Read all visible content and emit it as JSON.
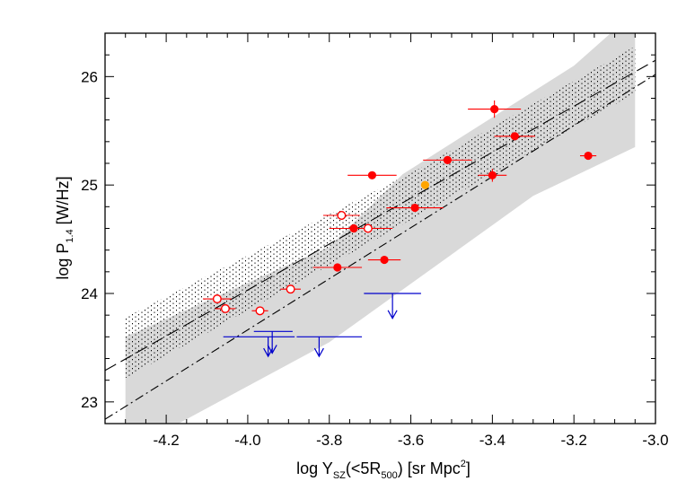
{
  "chart_data": {
    "type": "scatter",
    "xlabel": {
      "prefix": "log Y",
      "sub": "SZ",
      "mid": "(<5R",
      "sub2": "500",
      "end": ")  [sr Mpc",
      "sup": "2",
      "close": "]"
    },
    "ylabel": {
      "prefix": "log P",
      "sub": "1.4",
      "end": "  [W/Hz]"
    },
    "xlim": [
      -4.35,
      -3.0
    ],
    "ylim": [
      22.8,
      26.4
    ],
    "x_ticks": [
      -4.2,
      -4.0,
      -3.8,
      -3.6,
      -3.4,
      -3.2,
      -3.0
    ],
    "x_tick_labels": [
      "-4.2",
      "-4.0",
      "-3.8",
      "-3.6",
      "-3.4",
      "-3.2",
      "-3.0"
    ],
    "y_ticks": [
      23,
      24,
      25,
      26
    ],
    "y_tick_labels": [
      "23",
      "24",
      "25",
      "26"
    ],
    "gray_band": {
      "upper": [
        [
          -4.3,
          23.6
        ],
        [
          -3.8,
          24.43
        ],
        [
          -3.62,
          25.1
        ],
        [
          -3.2,
          26.1
        ],
        [
          -3.11,
          26.4
        ],
        [
          -3.05,
          26.4
        ]
      ],
      "lower": [
        [
          -4.3,
          22.8
        ],
        [
          -4.17,
          22.8
        ],
        [
          -3.8,
          23.55
        ],
        [
          -3.3,
          24.9
        ],
        [
          -3.05,
          25.35
        ]
      ]
    },
    "dotted_band": {
      "upper": [
        [
          -4.3,
          23.78
        ],
        [
          -3.58,
          25.15
        ],
        [
          -3.05,
          26.28
        ]
      ],
      "lower": [
        [
          -4.3,
          23.22
        ],
        [
          -3.58,
          24.72
        ],
        [
          -3.05,
          25.85
        ]
      ]
    },
    "fit_lines": [
      {
        "style": "dash-dot",
        "points": [
          [
            -4.35,
            22.84
          ],
          [
            -3.0,
            26.02
          ]
        ]
      },
      {
        "style": "long-dash",
        "points": [
          [
            -4.35,
            23.29
          ],
          [
            -3.0,
            26.15
          ]
        ]
      }
    ],
    "series": [
      {
        "marker": "filled-circle",
        "color": "#ff0000",
        "points": [
          {
            "x": -3.395,
            "y": 25.7,
            "xerr": 0.065,
            "yerr": 0.08
          },
          {
            "x": -3.345,
            "y": 25.45,
            "xerr": 0.05,
            "yerr": 0.03
          },
          {
            "x": -3.51,
            "y": 25.23,
            "xerr": 0.06,
            "yerr": 0.03
          },
          {
            "x": -3.165,
            "y": 25.27,
            "xerr": 0.02,
            "yerr": 0.03
          },
          {
            "x": -3.695,
            "y": 25.09,
            "xerr": 0.06,
            "yerr": 0.03
          },
          {
            "x": -3.4,
            "y": 25.09,
            "xerr": 0.035,
            "yerr": 0.06
          },
          {
            "x": -3.59,
            "y": 24.79,
            "xerr": 0.07,
            "yerr": 0.03
          },
          {
            "x": -3.74,
            "y": 24.6,
            "xerr": 0.06,
            "yerr": 0.03
          },
          {
            "x": -3.665,
            "y": 24.31,
            "xerr": 0.04,
            "yerr": 0.03
          },
          {
            "x": -3.78,
            "y": 24.24,
            "xerr": 0.06,
            "yerr": 0.03
          }
        ]
      },
      {
        "marker": "open-circle",
        "color": "#ff0000",
        "points": [
          {
            "x": -3.77,
            "y": 24.72,
            "xerr": 0.045,
            "yerr": 0.0
          },
          {
            "x": -3.705,
            "y": 24.6,
            "xerr": 0.06,
            "yerr": 0.0
          },
          {
            "x": -3.895,
            "y": 24.04,
            "xerr": 0.025,
            "yerr": 0.0
          },
          {
            "x": -4.075,
            "y": 23.95,
            "xerr": 0.035,
            "yerr": 0.0
          },
          {
            "x": -4.055,
            "y": 23.86,
            "xerr": 0.025,
            "yerr": 0.0
          },
          {
            "x": -3.97,
            "y": 23.84,
            "xerr": 0.02,
            "yerr": 0.0
          }
        ]
      },
      {
        "marker": "filled-circle",
        "color": "#ffa500",
        "points": [
          {
            "x": -3.565,
            "y": 25.0,
            "xerr": 0.0,
            "yerr": 0.0
          }
        ]
      }
    ],
    "upper_limits": {
      "color": "#0000cc",
      "items": [
        {
          "x": -3.645,
          "y": 24.0,
          "x_lo": -3.715,
          "x_hi": -3.575,
          "arrow_to": 23.77
        },
        {
          "x": -3.94,
          "y": 23.65,
          "x_lo": -3.985,
          "x_hi": -3.89,
          "arrow_to": 23.45
        },
        {
          "x": -3.95,
          "y": 23.6,
          "x_lo": -4.06,
          "x_hi": -3.885,
          "arrow_to": 23.42
        },
        {
          "x": -3.825,
          "y": 23.6,
          "x_lo": -3.88,
          "x_hi": -3.72,
          "arrow_to": 23.42
        }
      ]
    }
  }
}
